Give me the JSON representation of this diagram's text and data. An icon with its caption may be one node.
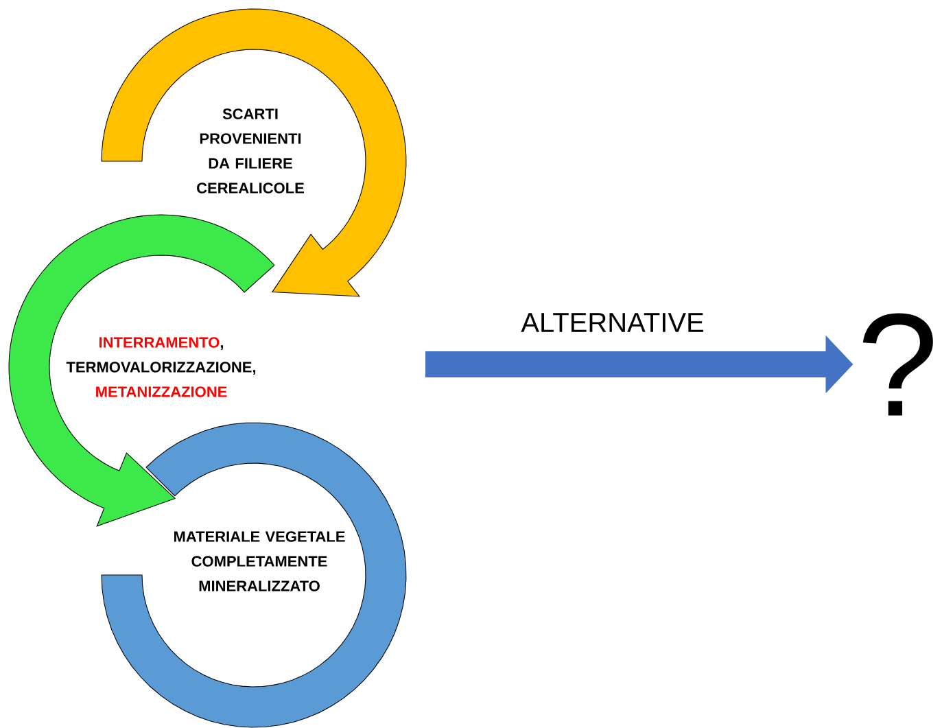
{
  "diagram": {
    "nodes": [
      {
        "text": [
          "SCARTI PROVENIENTI DA FILIERE CEREALICOLE"
        ]
      },
      {
        "text": [
          "INTERRAMENTO",
          ",",
          "TERMOVALORIZZAZIONE,",
          "METANIZZAZIONE"
        ]
      },
      {
        "text": [
          "MATERIALE VEGETALE COMPLETAMENTE MINERALIZZATO"
        ]
      },
      {
        "text": [
          "?"
        ]
      }
    ],
    "edges": [
      {
        "from": null,
        "to": 3,
        "arrow": "to",
        "label": "ALTERNATIVE",
        "color": "#4472c4"
      }
    ]
  }
}
